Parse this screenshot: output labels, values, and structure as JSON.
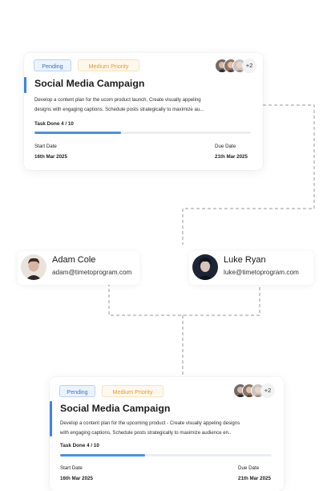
{
  "card_top": {
    "status": "Pending",
    "priority": "Medium Priority",
    "extra_members": "+2",
    "title": "Social Media Campaign",
    "description_lines": [
      "Develop a content plan for the ucom product launch, Create visually appeling",
      "designs with engaging captions. Schedule posts strategically to maximize au..."
    ],
    "progress_label": "Task Done 4 / 10",
    "progress_fraction": 0.4,
    "start_label": "Start Date",
    "start_value": "16th Mar 2025",
    "due_label": "Due Date",
    "due_value": "21th Mar 2025"
  },
  "people": [
    {
      "name": "Adam Cole",
      "email": "adam@timetoprogram.com"
    },
    {
      "name": "Luke Ryan",
      "email": "luke@timetoprogram.com"
    }
  ],
  "card_bottom": {
    "status": "Pending",
    "priority": "Medium Priority",
    "extra_members": "+2",
    "title": "Social Media Campaign",
    "description_lines": [
      "Develop a content plan for the upcoming product - Create visually appeling designs",
      "with engaging captions, Schedule posts strategically to maximize audience en.."
    ],
    "progress_label": "Task Done 4 / 10",
    "progress_fraction": 0.4,
    "start_label": "Start Date",
    "start_value": "16th Mar 2025",
    "due_label": "Due Date",
    "due_value": "21th Mar 2025"
  },
  "colors": {
    "accent": "#3b83e6",
    "pending_text": "#3b72c6",
    "priority_text": "#e49a2a",
    "connector": "#9a9a9a"
  }
}
